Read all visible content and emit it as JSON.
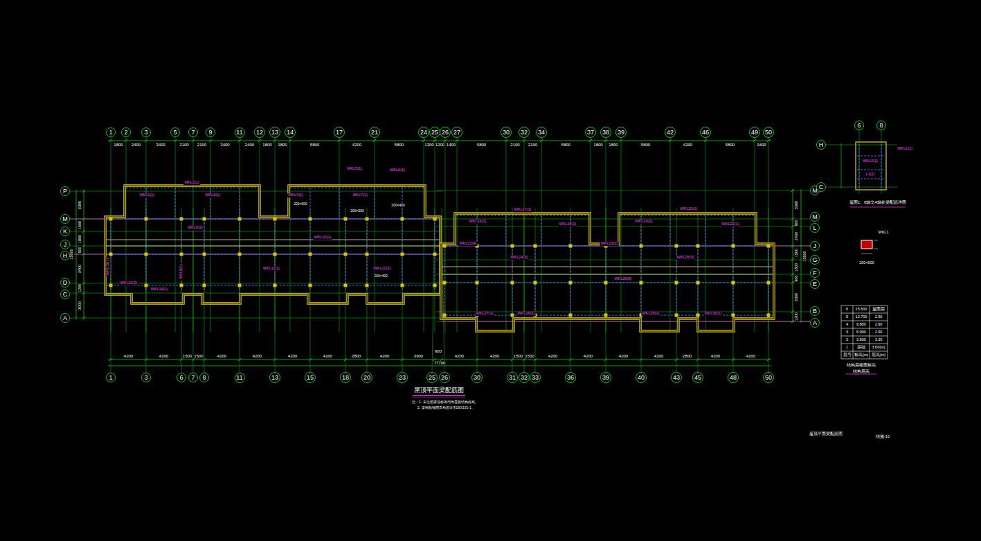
{
  "diagram": {
    "title": "屋顶平面梁配筋图",
    "nodes": [
      {
        "text": [
          "1"
        ]
      },
      {
        "text": [
          "2"
        ]
      },
      {
        "text": [
          "3"
        ]
      },
      {
        "text": [
          "5"
        ]
      },
      {
        "text": [
          "7"
        ]
      },
      {
        "text": [
          "9"
        ]
      },
      {
        "text": [
          "11"
        ]
      },
      {
        "text": [
          "12"
        ]
      },
      {
        "text": [
          "13"
        ]
      },
      {
        "text": [
          "14"
        ]
      },
      {
        "text": [
          "17"
        ]
      },
      {
        "text": [
          "21"
        ]
      },
      {
        "text": [
          "24"
        ]
      },
      {
        "text": [
          "25"
        ]
      },
      {
        "text": [
          "26"
        ]
      },
      {
        "text": [
          "27"
        ]
      },
      {
        "text": [
          "30"
        ]
      },
      {
        "text": [
          "32"
        ]
      },
      {
        "text": [
          "34"
        ]
      },
      {
        "text": [
          "37"
        ]
      },
      {
        "text": [
          "38"
        ]
      },
      {
        "text": [
          "39"
        ]
      },
      {
        "text": [
          "42"
        ]
      },
      {
        "text": [
          "46"
        ]
      },
      {
        "text": [
          "49"
        ]
      },
      {
        "text": [
          "50"
        ]
      },
      {
        "text": [
          "1"
        ]
      },
      {
        "text": [
          "3"
        ]
      },
      {
        "text": [
          "6"
        ]
      },
      {
        "text": [
          "7"
        ]
      },
      {
        "text": [
          "8"
        ]
      },
      {
        "text": [
          "11"
        ]
      },
      {
        "text": [
          "13"
        ]
      },
      {
        "text": [
          "15"
        ]
      },
      {
        "text": [
          "18"
        ]
      },
      {
        "text": [
          "20"
        ]
      },
      {
        "text": [
          "23"
        ]
      },
      {
        "text": [
          "25"
        ]
      },
      {
        "text": [
          "26"
        ]
      },
      {
        "text": [
          "30"
        ]
      },
      {
        "text": [
          "31"
        ]
      },
      {
        "text": [
          "32"
        ]
      },
      {
        "text": [
          "33"
        ]
      },
      {
        "text": [
          "36"
        ]
      },
      {
        "text": [
          "39"
        ]
      },
      {
        "text": [
          "40"
        ]
      },
      {
        "text": [
          "43"
        ]
      },
      {
        "text": [
          "45"
        ]
      },
      {
        "text": [
          "48"
        ]
      },
      {
        "text": [
          "50"
        ]
      },
      {
        "text": [
          "P"
        ]
      },
      {
        "text": [
          "M"
        ]
      },
      {
        "text": [
          "K"
        ]
      },
      {
        "text": [
          "J"
        ]
      },
      {
        "text": [
          "H"
        ]
      },
      {
        "text": [
          "D"
        ]
      },
      {
        "text": [
          "C"
        ]
      },
      {
        "text": [
          "A"
        ]
      },
      {
        "text": [
          "M"
        ]
      },
      {
        "text": [
          "M"
        ]
      },
      {
        "text": [
          "L"
        ]
      },
      {
        "text": [
          "J"
        ]
      },
      {
        "text": [
          "G"
        ]
      },
      {
        "text": [
          "F"
        ]
      },
      {
        "text": [
          "E"
        ]
      },
      {
        "text": [
          "B"
        ]
      },
      {
        "text": [
          "A"
        ]
      },
      {
        "text": [
          "6"
        ]
      },
      {
        "text": [
          "8"
        ]
      },
      {
        "text": [
          "H"
        ]
      },
      {
        "text": [
          "C"
        ]
      }
    ],
    "labels": [
      "1800",
      "2400",
      "3400",
      "2100",
      "2100",
      "3400",
      "2400",
      "1800",
      "1800",
      "5800",
      "4200",
      "5800",
      "1300",
      "1200",
      "1400",
      "5800",
      "2100",
      "2100",
      "5800",
      "1800",
      "1800",
      "5800",
      "4200",
      "5800",
      "1600",
      "4200",
      "4200",
      "1500",
      "1500",
      "4200",
      "4200",
      "4200",
      "4200",
      "2800",
      "4200",
      "3900",
      "900",
      "4200",
      "4200",
      "1500",
      "1500",
      "4200",
      "4200",
      "4200",
      "4200",
      "2800",
      "4200",
      "4200",
      "77700",
      "3300",
      "1500",
      "1800",
      "900",
      "3400",
      "1200",
      "3000",
      "15000",
      "3300",
      "900",
      "2400",
      "1500",
      "1800",
      "900",
      "3300",
      "1200",
      "15500",
      "WKL1(1)",
      "WKL2(1)",
      "WKL3(1)",
      "WKL4(1)",
      "WKL5(1)",
      "WKL6(1)",
      "WKL7(1)",
      "WKL8(2)",
      "WKL9(1)",
      "WKL10(1)",
      "WKL11(1)",
      "WKL12(1)",
      "WKL13(2)",
      "WKL14(1)",
      "WKL15(1)",
      "WKL16(1)",
      "WKL17(1)",
      "WKL18(1)",
      "WKL19(1)",
      "WKL20(1)",
      "WKL21(1)",
      "WKL22(4)",
      "WKL23(2)",
      "WKL24(3)",
      "WKL25(3)",
      "WKL26(8)",
      "WKL27(1)",
      "WKL28(1)",
      "WKL29(1)",
      "WKL30(1)",
      "200×500",
      "200×400",
      "200×500",
      "200×400",
      "注：1. 未注明梁顶标高均为屋面结构标高。",
      "2. 梁钢筋锚固及构造详见16G101-1。",
      "6",
      "15.600",
      "屋面层",
      "5",
      "12.700",
      "2.90",
      "4",
      "9.800",
      "2.90",
      "3",
      "6.900",
      "2.90",
      "2",
      "3.600",
      "3.30",
      "1",
      "基础",
      "3.60(m)",
      "层号",
      "标高(m)",
      "层高(m)",
      "结构层楼面标高",
      "结构层高",
      "屋顶平面梁配筋图",
      "结施-10",
      "屋面1、6轴交A轴处梁配筋详图",
      "WKL1(1)",
      "WKL2(1)",
      "L1(1)",
      "WKL1",
      "200×500"
    ]
  }
}
